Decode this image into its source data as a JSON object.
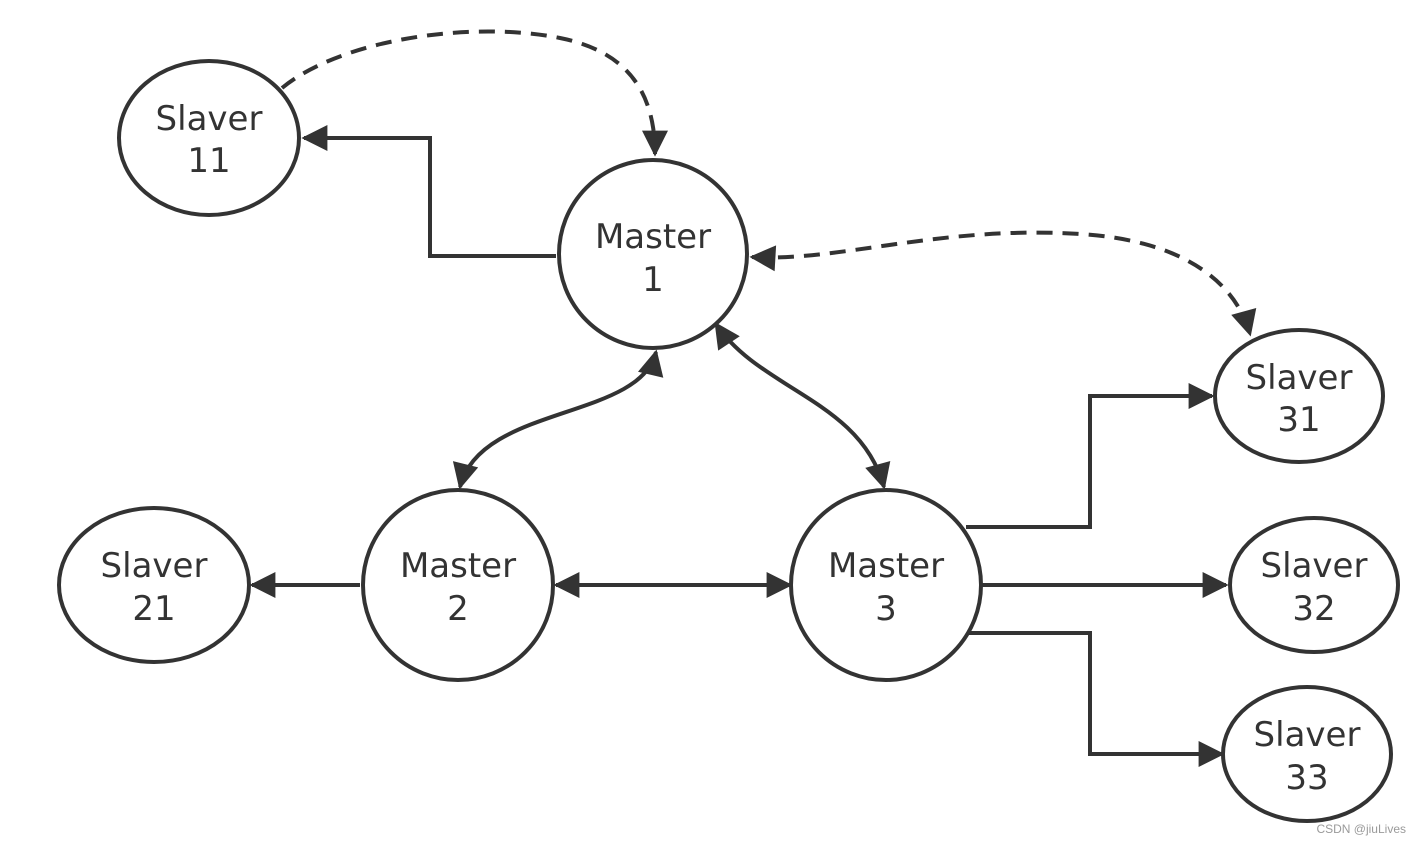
{
  "colors": {
    "stroke": "#333333",
    "background": "#ffffff",
    "watermark": "#9a9a9a"
  },
  "nodes": {
    "master1": {
      "line1": "Master",
      "line2": "1"
    },
    "master2": {
      "line1": "Master",
      "line2": "2"
    },
    "master3": {
      "line1": "Master",
      "line2": "3"
    },
    "slaver11": {
      "line1": "Slaver",
      "line2": "11"
    },
    "slaver21": {
      "line1": "Slaver",
      "line2": "21"
    },
    "slaver31": {
      "line1": "Slaver",
      "line2": "31"
    },
    "slaver32": {
      "line1": "Slaver",
      "line2": "32"
    },
    "slaver33": {
      "line1": "Slaver",
      "line2": "33"
    }
  },
  "watermark": "CSDN @jiuLives"
}
